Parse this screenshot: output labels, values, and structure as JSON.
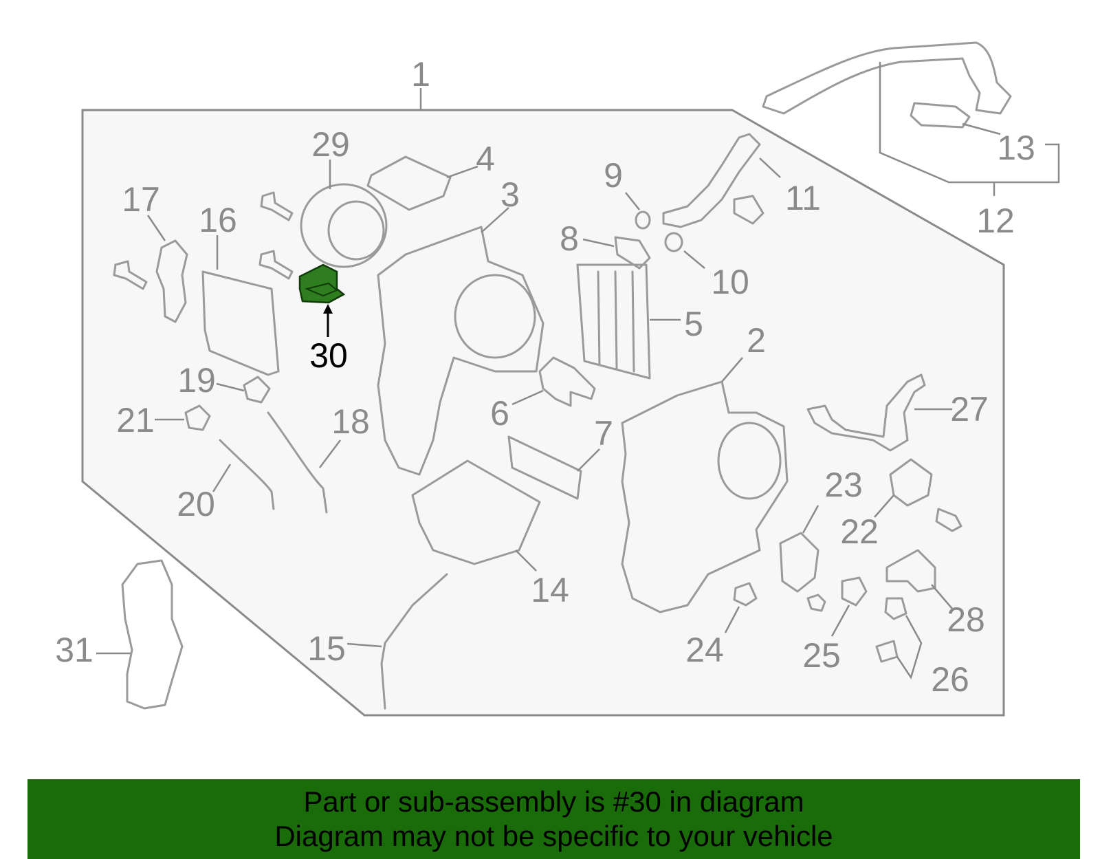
{
  "diagram": {
    "callouts": [
      "1",
      "2",
      "3",
      "4",
      "5",
      "6",
      "7",
      "8",
      "9",
      "10",
      "11",
      "12",
      "13",
      "14",
      "15",
      "16",
      "17",
      "18",
      "19",
      "20",
      "21",
      "22",
      "23",
      "24",
      "25",
      "26",
      "27",
      "28",
      "29",
      "30",
      "31"
    ],
    "highlighted_part": "30",
    "colors": {
      "highlight": "#2e7d1e",
      "footer_bg": "#1a6b0a",
      "line": "#8a8a8a"
    }
  },
  "footer": {
    "line1": "Part or sub-assembly is #30 in diagram",
    "line2": "Diagram may not be specific to your vehicle"
  }
}
